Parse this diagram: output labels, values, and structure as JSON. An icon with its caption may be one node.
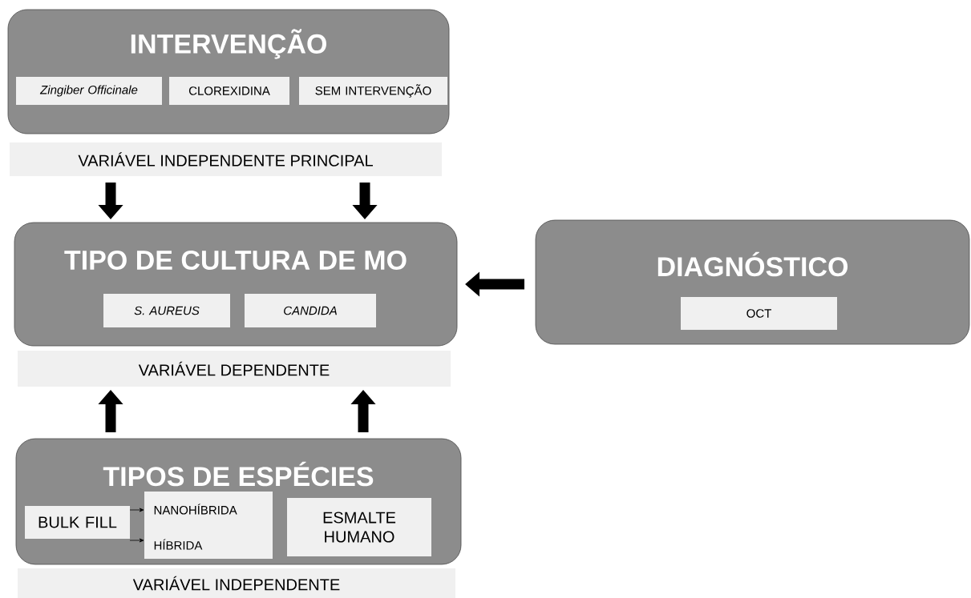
{
  "diagram": {
    "nodes": [
      {
        "text": [
          "INTERVENÇÃO"
        ]
      },
      {
        "text": [
          "Zingiber Officinale"
        ],
        "in": 0
      },
      {
        "text": [
          "CLOREXIDINA"
        ],
        "in": 0
      },
      {
        "text": [
          "SEM INTERVENÇÃO"
        ],
        "in": 0
      },
      {
        "text": [
          "VARIÁVEL INDEPENDENTE PRINCIPAL"
        ]
      },
      {
        "text": [
          "TIPO DE CULTURA DE MO"
        ]
      },
      {
        "text": [
          "S. AUREUS"
        ],
        "in": 5
      },
      {
        "text": [
          "CANDIDA"
        ],
        "in": 5
      },
      {
        "text": [
          "VARIÁVEL DEPENDENTE"
        ]
      },
      {
        "text": [
          "DIAGNÓSTICO"
        ]
      },
      {
        "text": [
          "OCT"
        ],
        "in": 9
      },
      {
        "text": [
          "TIPOS DE ESPÉCIES"
        ]
      },
      {
        "text": [
          "BULK FILL"
        ],
        "in": 11
      },
      {
        "text": [
          "NANOHÍBRIDA",
          "HÍBRIDA"
        ],
        "in": 11
      },
      {
        "text": [
          "ESMALTE HUMANO"
        ],
        "in": 11
      },
      {
        "text": [
          "VARIÁVEL INDEPENDENTE"
        ]
      }
    ],
    "edges": [
      {
        "from": 4,
        "to": 5,
        "arrow": "to"
      },
      {
        "from": 4,
        "to": 5,
        "arrow": "to"
      },
      {
        "from": 11,
        "to": 8,
        "arrow": "to"
      },
      {
        "from": 11,
        "to": 8,
        "arrow": "to"
      },
      {
        "from": 9,
        "to": 5,
        "arrow": "to"
      },
      {
        "from": 12,
        "to": 13,
        "arrow": "to"
      },
      {
        "from": 12,
        "to": 13,
        "arrow": "to"
      }
    ]
  }
}
